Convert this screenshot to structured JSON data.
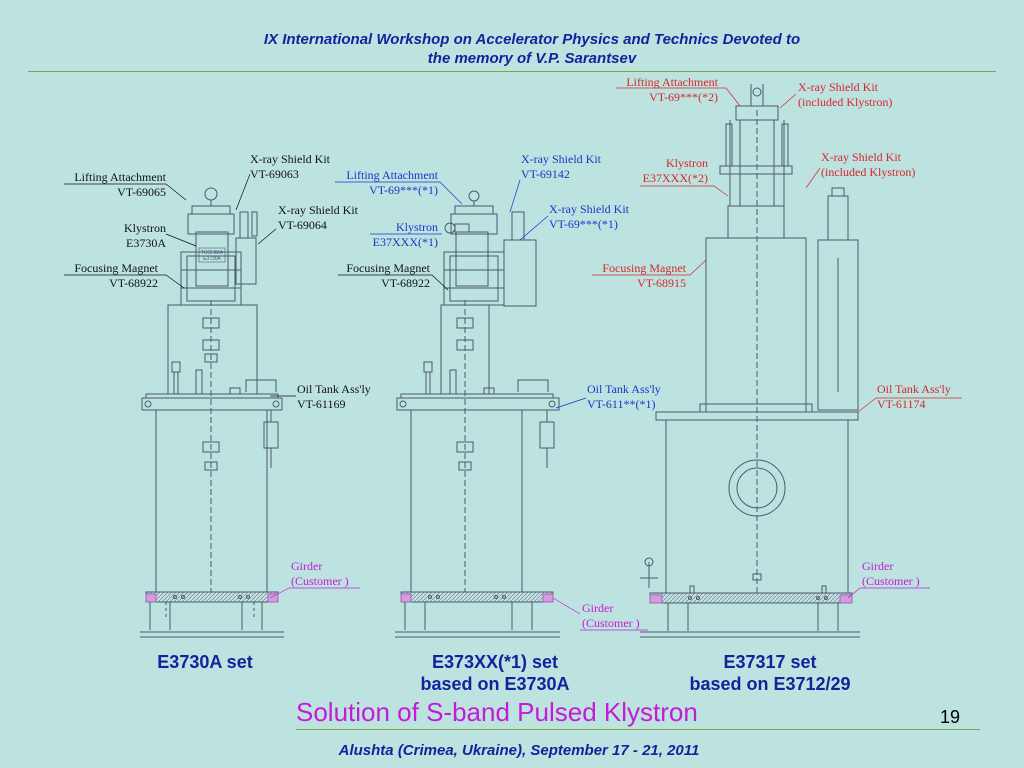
{
  "header": {
    "line1": "IX International Workshop on  Accelerator Physics and  Technics Devoted to",
    "line2": "the memory of  V.P. Sarantsev"
  },
  "footer": {
    "text": "Alushta (Crimea, Ukraine), September 17 - 21, 2011"
  },
  "slide": {
    "title": "Solution of S-band Pulsed Klystron",
    "page_number": "19"
  },
  "sets": [
    {
      "line1": "E3730A set",
      "line2": ""
    },
    {
      "line1": "E373XX(*1) set",
      "line2": "based on E3730A"
    },
    {
      "line1": "E37317 set",
      "line2": "based on E3712/29"
    }
  ],
  "device_plate": {
    "line1": "TOSHIBA",
    "line2": "E3730A"
  },
  "annotations": {
    "left": {
      "xray_kit_top": {
        "name": "X-ray Shield Kit",
        "code": "VT-69063"
      },
      "lifting": {
        "name": "Lifting Attachment",
        "code": "VT-69065"
      },
      "xray_kit_side": {
        "name": "X-ray Shield Kit",
        "code": "VT-69064"
      },
      "klystron": {
        "name": "Klystron",
        "code": "E3730A"
      },
      "focusing": {
        "name": "Focusing Magnet",
        "code": "VT-68922"
      },
      "oil_tank": {
        "name": "Oil Tank Ass'ly",
        "code": "VT-61169"
      },
      "girder": {
        "name": "Girder",
        "code": "(Customer )"
      }
    },
    "middle": {
      "xray_kit_top": {
        "name": "X-ray Shield Kit",
        "code": "VT-69142"
      },
      "lifting": {
        "name": "Lifting Attachment",
        "code": "VT-69***(*1)"
      },
      "xray_kit_side": {
        "name": "X-ray Shield Kit",
        "code": "VT-69***(*1)"
      },
      "klystron": {
        "name": "Klystron",
        "code": "E37XXX(*1)"
      },
      "focusing": {
        "name": "Focusing Magnet",
        "code": "VT-68922"
      },
      "oil_tank": {
        "name": "Oil Tank Ass'ly",
        "code": "VT-611**(*1)"
      },
      "girder": {
        "name": "Girder",
        "code": "(Customer )"
      }
    },
    "right": {
      "lifting": {
        "name": "Lifting Attachment",
        "code": "VT-69***(*2)"
      },
      "xray_kit_top": {
        "name": "X-ray Shield Kit",
        "code": "(included Klystron)"
      },
      "klystron": {
        "name": "Klystron",
        "code": "E37XXX(*2)"
      },
      "xray_kit_side": {
        "name": "X-ray Shield Kit",
        "code": "(included Klystron)"
      },
      "focusing": {
        "name": "Focusing Magnet",
        "code": "VT-68915"
      },
      "oil_tank": {
        "name": "Oil Tank Ass'ly",
        "code": "VT-61174"
      },
      "girder": {
        "name": "Girder",
        "code": "(Customer )"
      }
    }
  },
  "colors": {
    "background": "#bde3e1",
    "header_text": "#12239c",
    "title": "#c51bd6",
    "drawing": "#4a5a6e",
    "annotation_blue": "#1a35c8",
    "annotation_red": "#d8262a",
    "annotation_magenta": "#c51bd6",
    "girder_fill": "#d59be0"
  }
}
